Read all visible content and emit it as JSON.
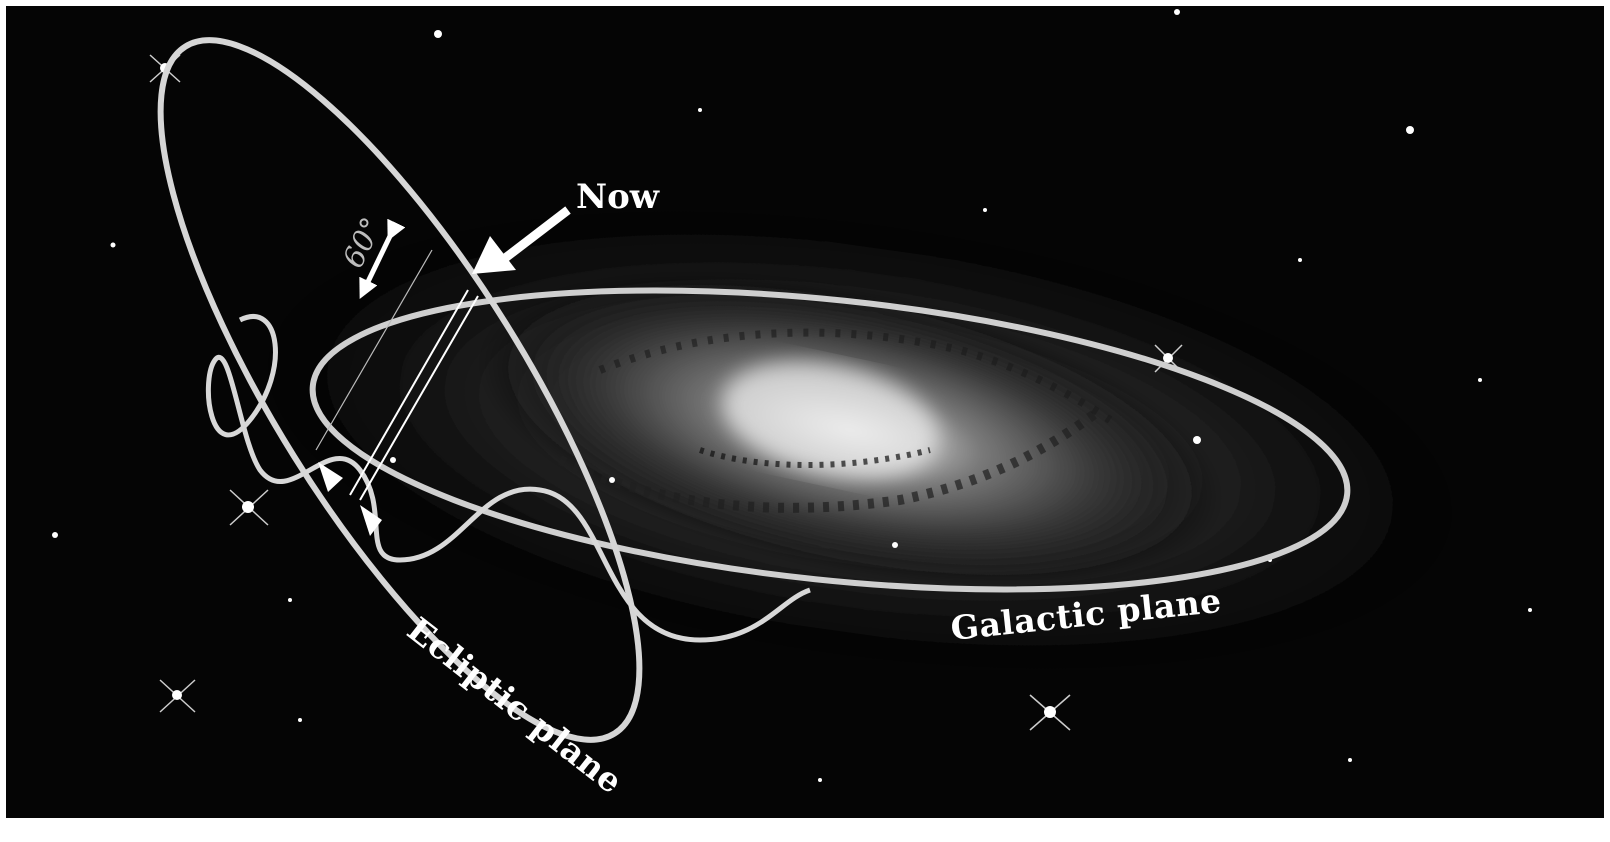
{
  "labels": {
    "now": "Now",
    "angle": "60°",
    "galactic_plane": "Galactic plane",
    "ecliptic_plane": "Ecliptic plane"
  },
  "colors": {
    "sky": "#050505",
    "ring": "#cfcfcf",
    "galaxy_core": "#f2f2f2",
    "border": "#ffffff"
  }
}
